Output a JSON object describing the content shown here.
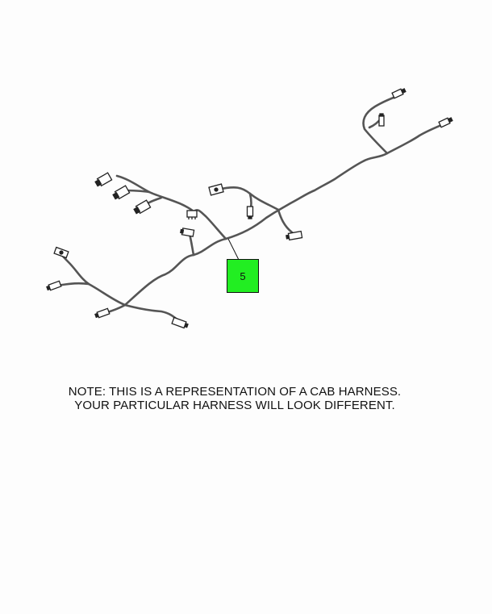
{
  "diagram": {
    "callout_number": "5",
    "callout_color": "#22ee22",
    "wire_color": "#555555",
    "connector_icons": [
      "connector-icon"
    ]
  },
  "note": {
    "line1": "NOTE: THIS IS A REPRESENTATION OF A CAB HARNESS.",
    "line2": "YOUR PARTICULAR HARNESS WILL LOOK DIFFERENT."
  },
  "footer": {
    "left": "",
    "right": ""
  }
}
